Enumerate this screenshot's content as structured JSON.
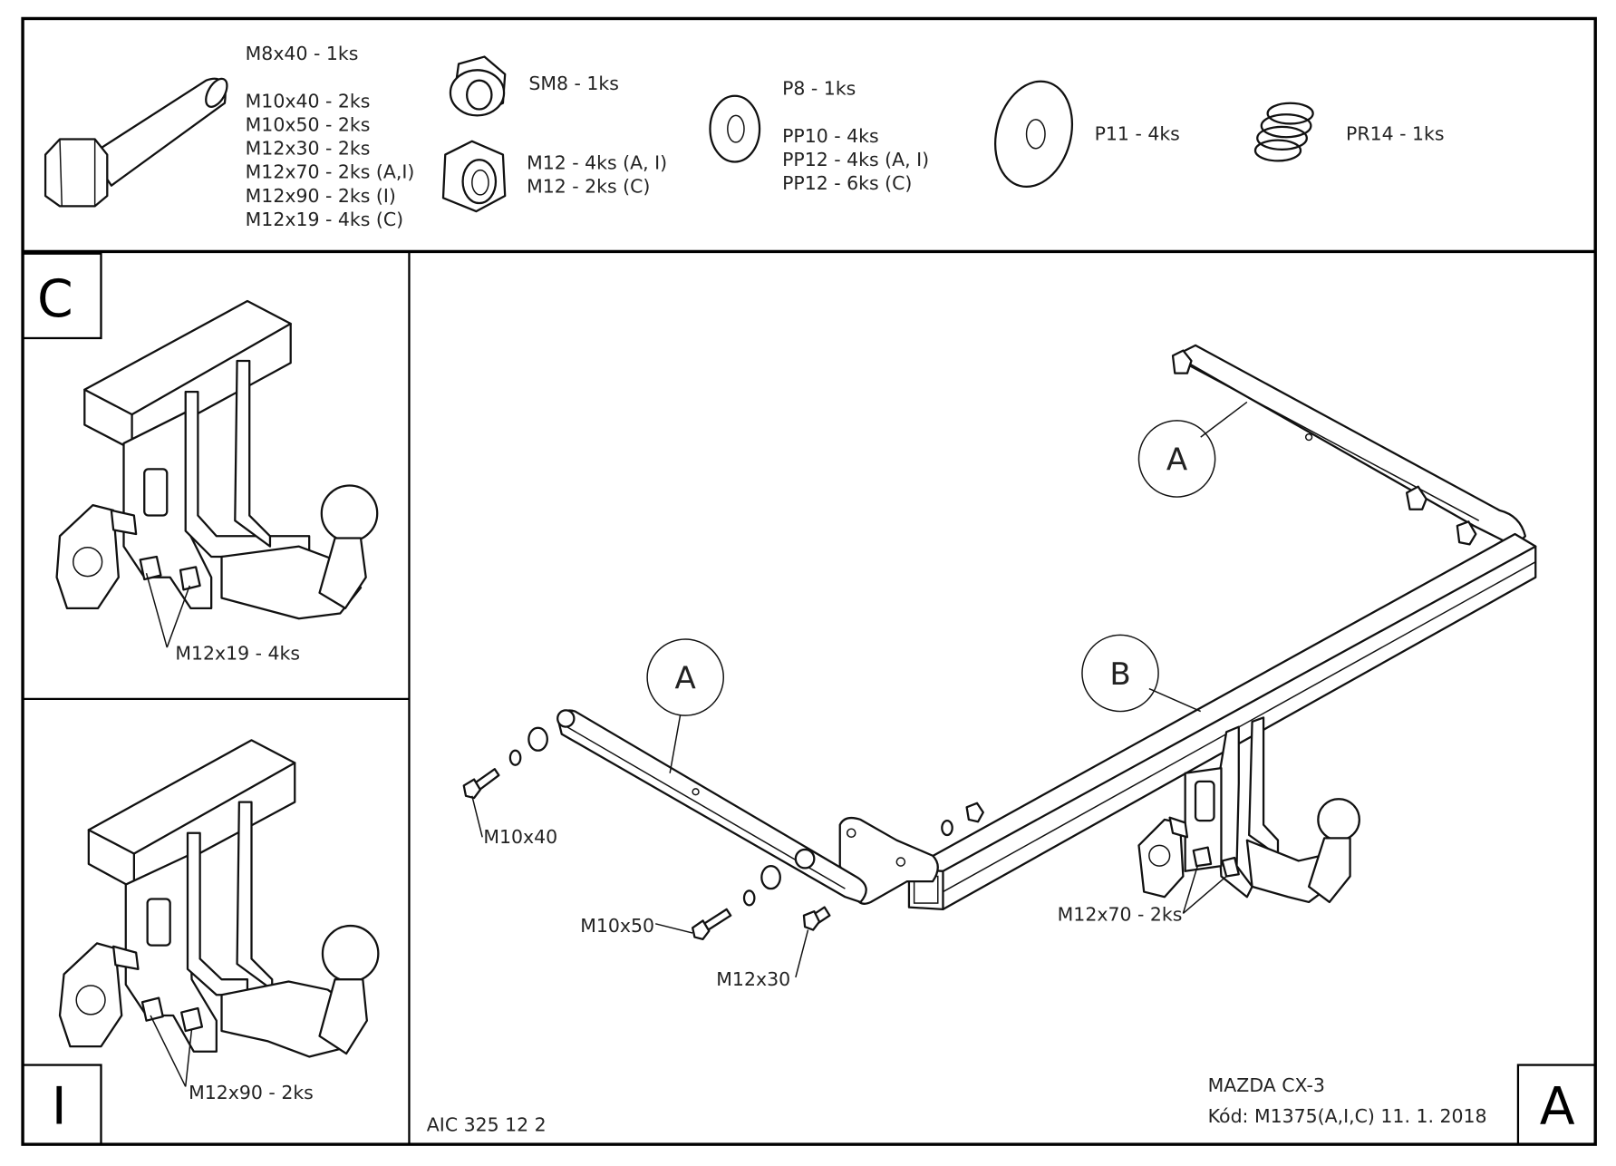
{
  "parts": {
    "bolts": [
      "M8x40 - 1ks",
      "M10x40 - 2ks",
      "M10x50 - 2ks",
      "M12x30 - 2ks",
      "M12x70 - 2ks (A,I)",
      "M12x90 - 2ks (I)",
      "M12x19 - 4ks (C)"
    ],
    "self_locking_nut": "SM8 - 1ks",
    "nuts": [
      "M12 - 4ks (A, I)",
      "M12 - 2ks (C)"
    ],
    "washer_p8": "P8 - 1ks",
    "spring_washers": [
      "PP10 - 4ks",
      "PP12 - 4ks (A, I)",
      "PP12 - 6ks (C)"
    ],
    "large_washer": "P11 - 4ks",
    "spring": "PR14 - 1ks"
  },
  "views": {
    "c": {
      "letter": "C",
      "bolt_callout": "M12x19 - 4ks"
    },
    "i": {
      "letter": "I",
      "bolt_callout": "M12x90 - 2ks"
    },
    "a": {
      "letter": "A"
    }
  },
  "main": {
    "balloons": [
      "A",
      "A",
      "B"
    ],
    "callouts": {
      "m10x40": "M10x40",
      "m10x50": "M10x50",
      "m12x30": "M12x30",
      "m12x70": "M12x70 - 2ks"
    }
  },
  "title_block": {
    "drawing_number": "AIC 325 12 2",
    "vehicle": "MAZDA CX-3",
    "code_date": "Kód: M1375(A,I,C)  11. 1. 2018"
  }
}
